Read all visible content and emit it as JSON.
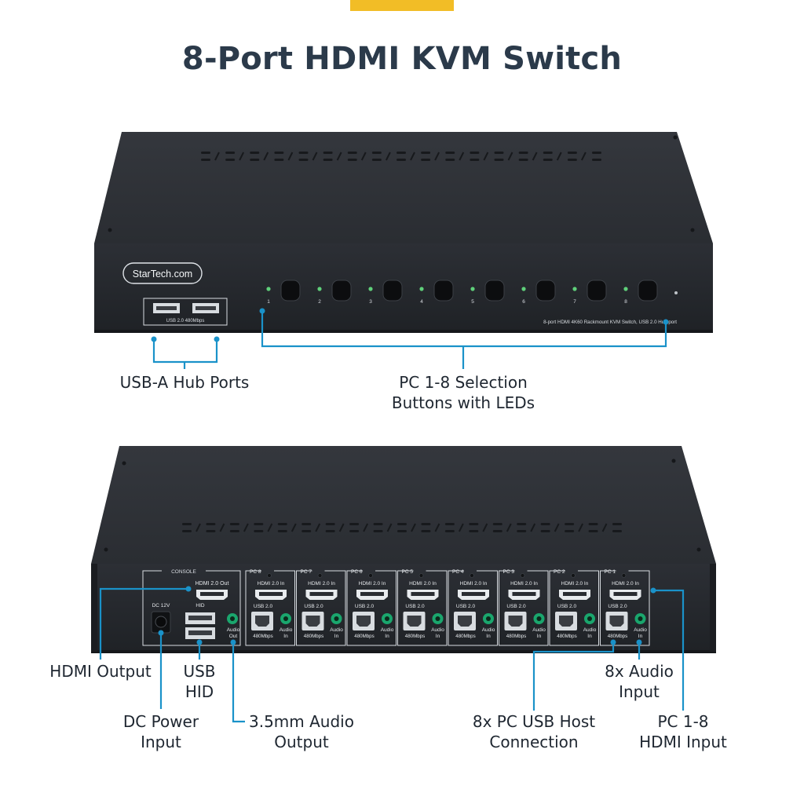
{
  "page": {
    "title": "8-Port HDMI KVM Switch"
  },
  "colors": {
    "accent": "#f2bd26",
    "callout": "#1a92c9",
    "device": "#25282d",
    "title": "#2b3a4a"
  },
  "front": {
    "logo": "StarTech.com",
    "usb_label": "USB 2.0 480Mbps",
    "port_numbers": [
      "1",
      "2",
      "3",
      "4",
      "5",
      "6",
      "7",
      "8"
    ],
    "model_text": "8-port HDMI 4K60 Rackmount KVM Switch, USB 2.0 Hub port"
  },
  "rear": {
    "console_label": "CONSOLE",
    "hdmi_out": "HDMI 2.0 Out",
    "hid": "HID",
    "dc": "DC 12V",
    "audio_out": [
      "Audio",
      "Out"
    ],
    "pc_labels": [
      "PC 8",
      "PC 7",
      "PC 6",
      "PC 5",
      "PC 4",
      "PC 3",
      "PC 2",
      "PC 1"
    ],
    "hdmi_in": "HDMI 2.0 In",
    "usb20": "USB 2.0",
    "mbps": "480Mbps",
    "audio_in": [
      "Audio",
      "In"
    ]
  },
  "callouts": {
    "usb_hub": "USB-A Hub Ports",
    "selection": [
      "PC 1-8 Selection",
      "Buttons with LEDs"
    ],
    "hdmi_output": "HDMI Output",
    "usb_hid": [
      "USB",
      "HID"
    ],
    "dc_power": [
      "DC Power",
      "Input"
    ],
    "audio_output": [
      "3.5mm Audio",
      "Output"
    ],
    "audio_input": [
      "8x Audio",
      "Input"
    ],
    "usb_host": [
      "8x PC USB Host",
      "Connection"
    ],
    "hdmi_input": [
      "PC 1-8",
      "HDMI Input"
    ]
  }
}
